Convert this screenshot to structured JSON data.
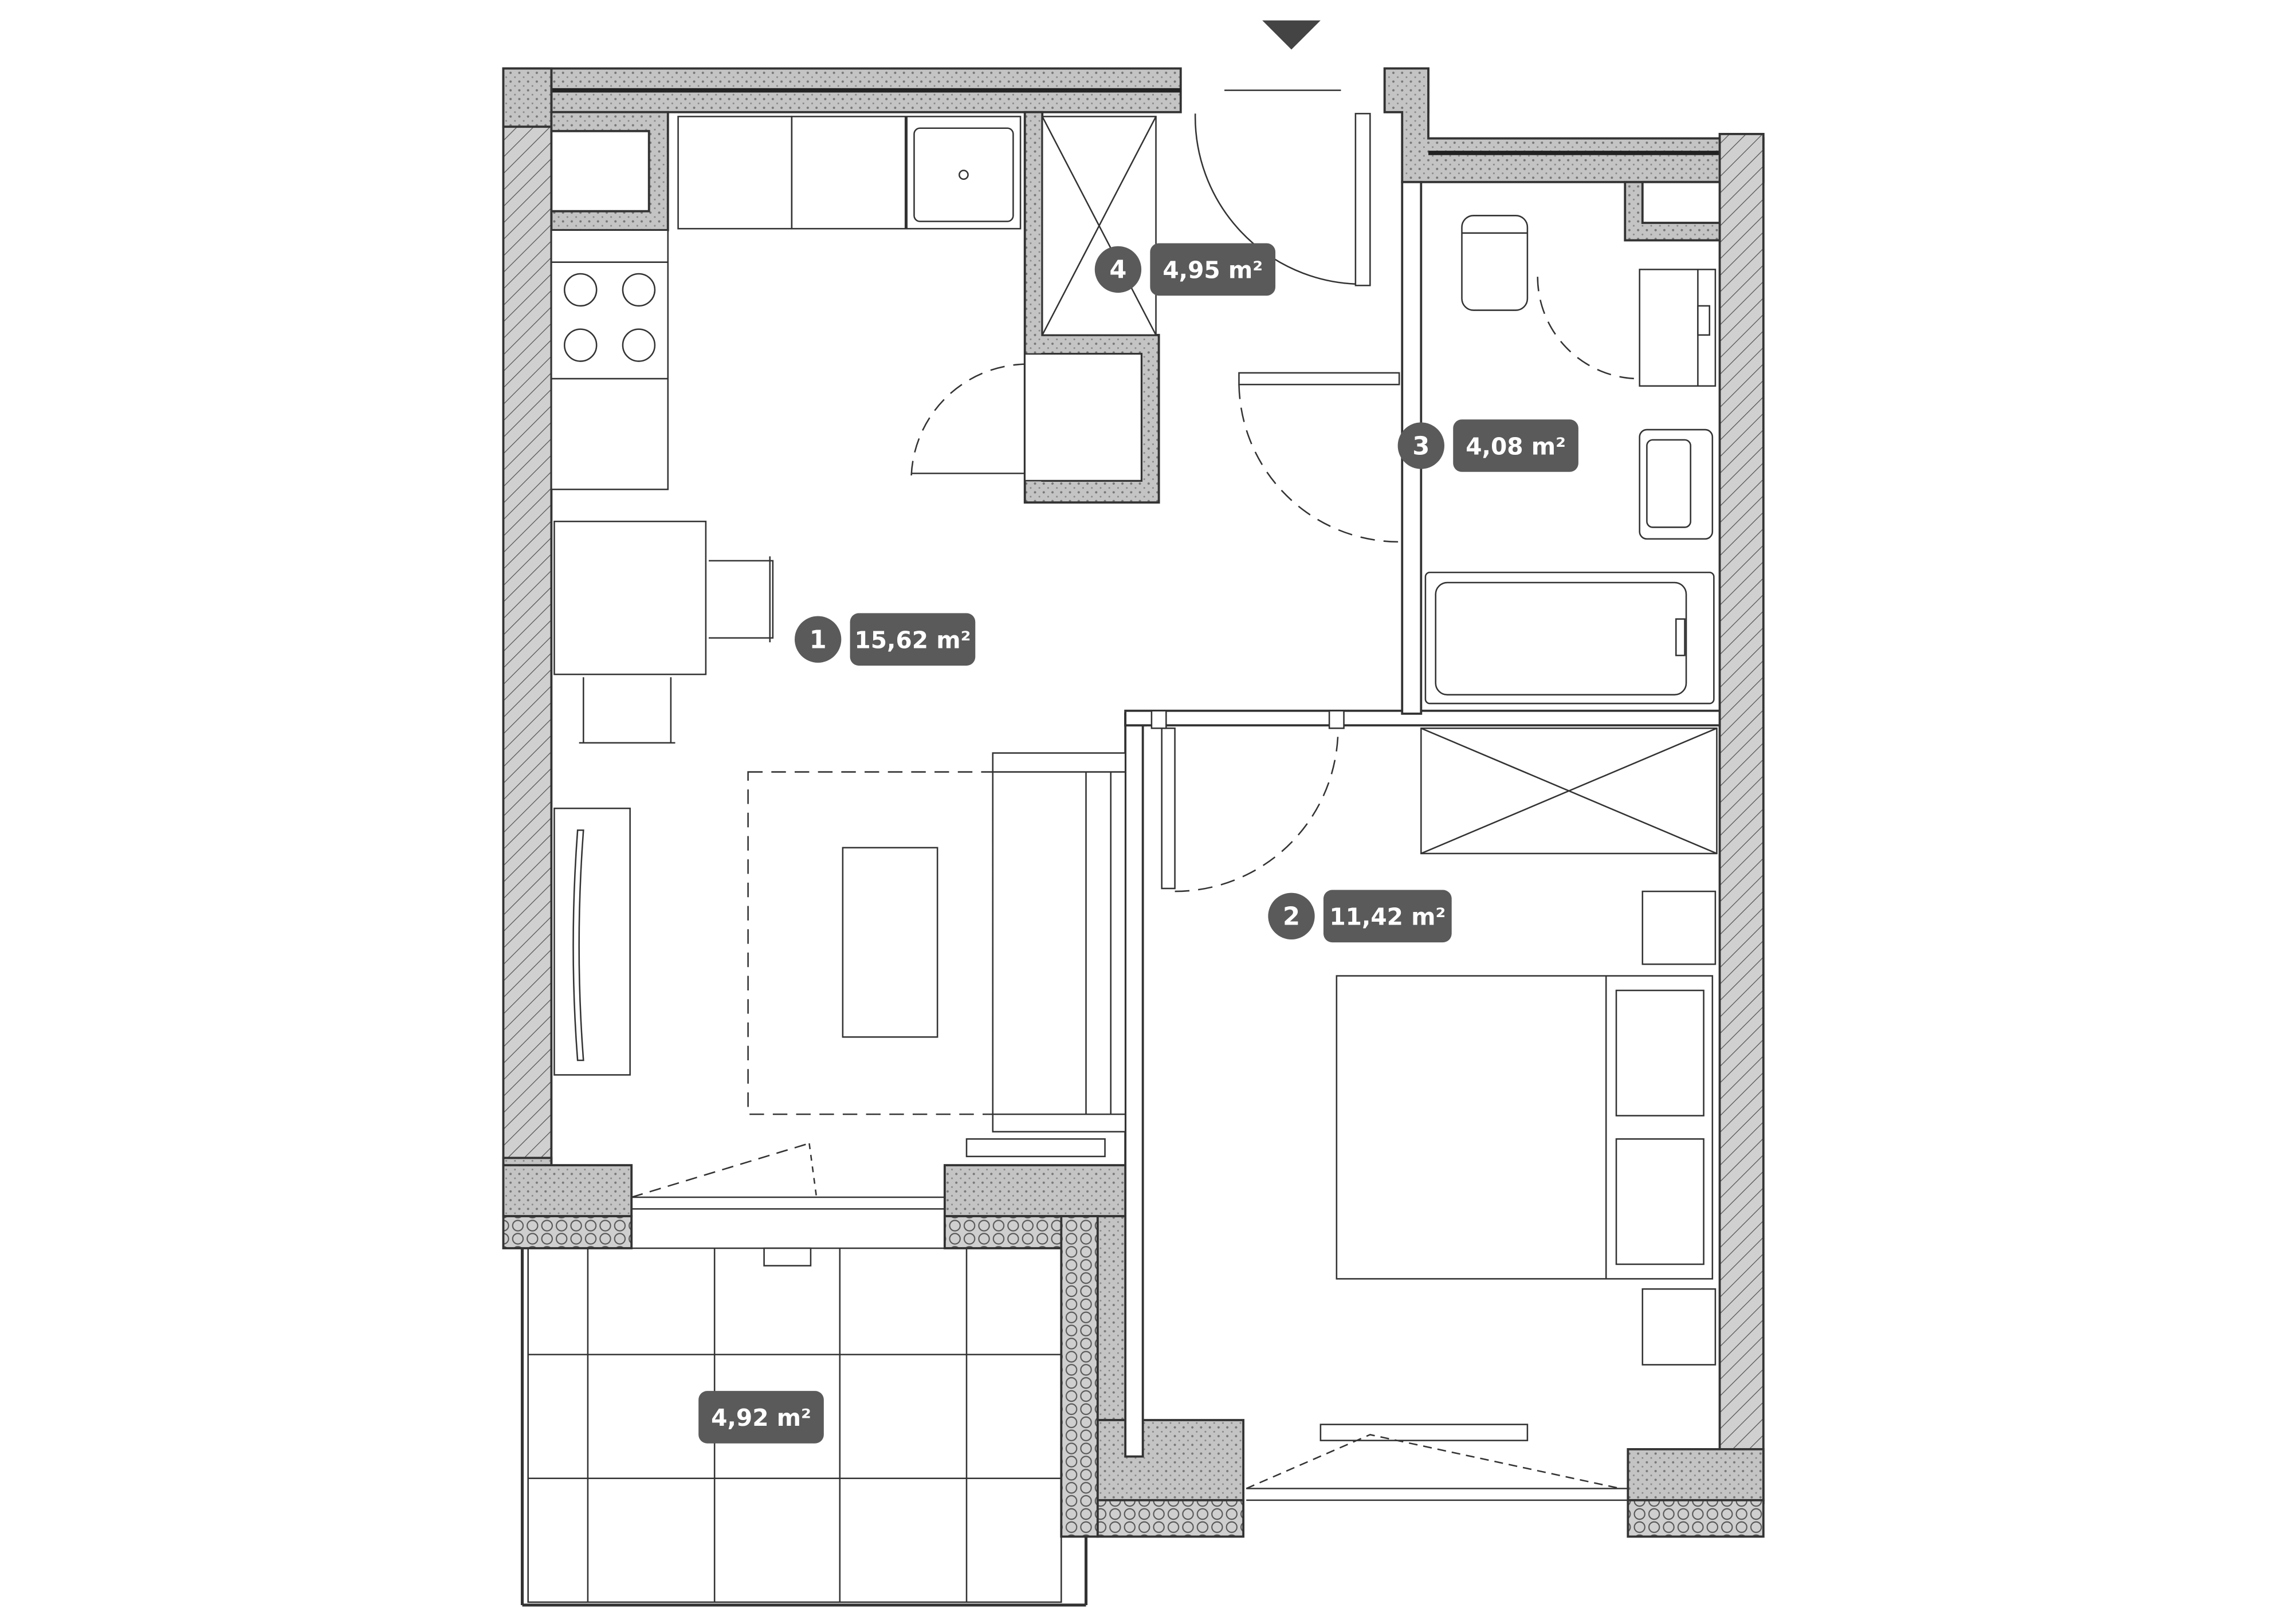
{
  "colors": {
    "wall_fill": "#bdbdbd",
    "wall_stroke": "#333333",
    "label_bg": "#5a5a5a",
    "label_text": "#ffffff",
    "line": "#333333",
    "background": "#ffffff"
  },
  "rooms": [
    {
      "number": "1",
      "area": "15,62 m²"
    },
    {
      "number": "2",
      "area": "11,42 m²"
    },
    {
      "number": "3",
      "area": "4,08 m²"
    },
    {
      "number": "4",
      "area": "4,95 m²"
    }
  ],
  "balcony": {
    "area": "4,92 m²"
  },
  "entrance_marker": "entrance-arrow-icon"
}
